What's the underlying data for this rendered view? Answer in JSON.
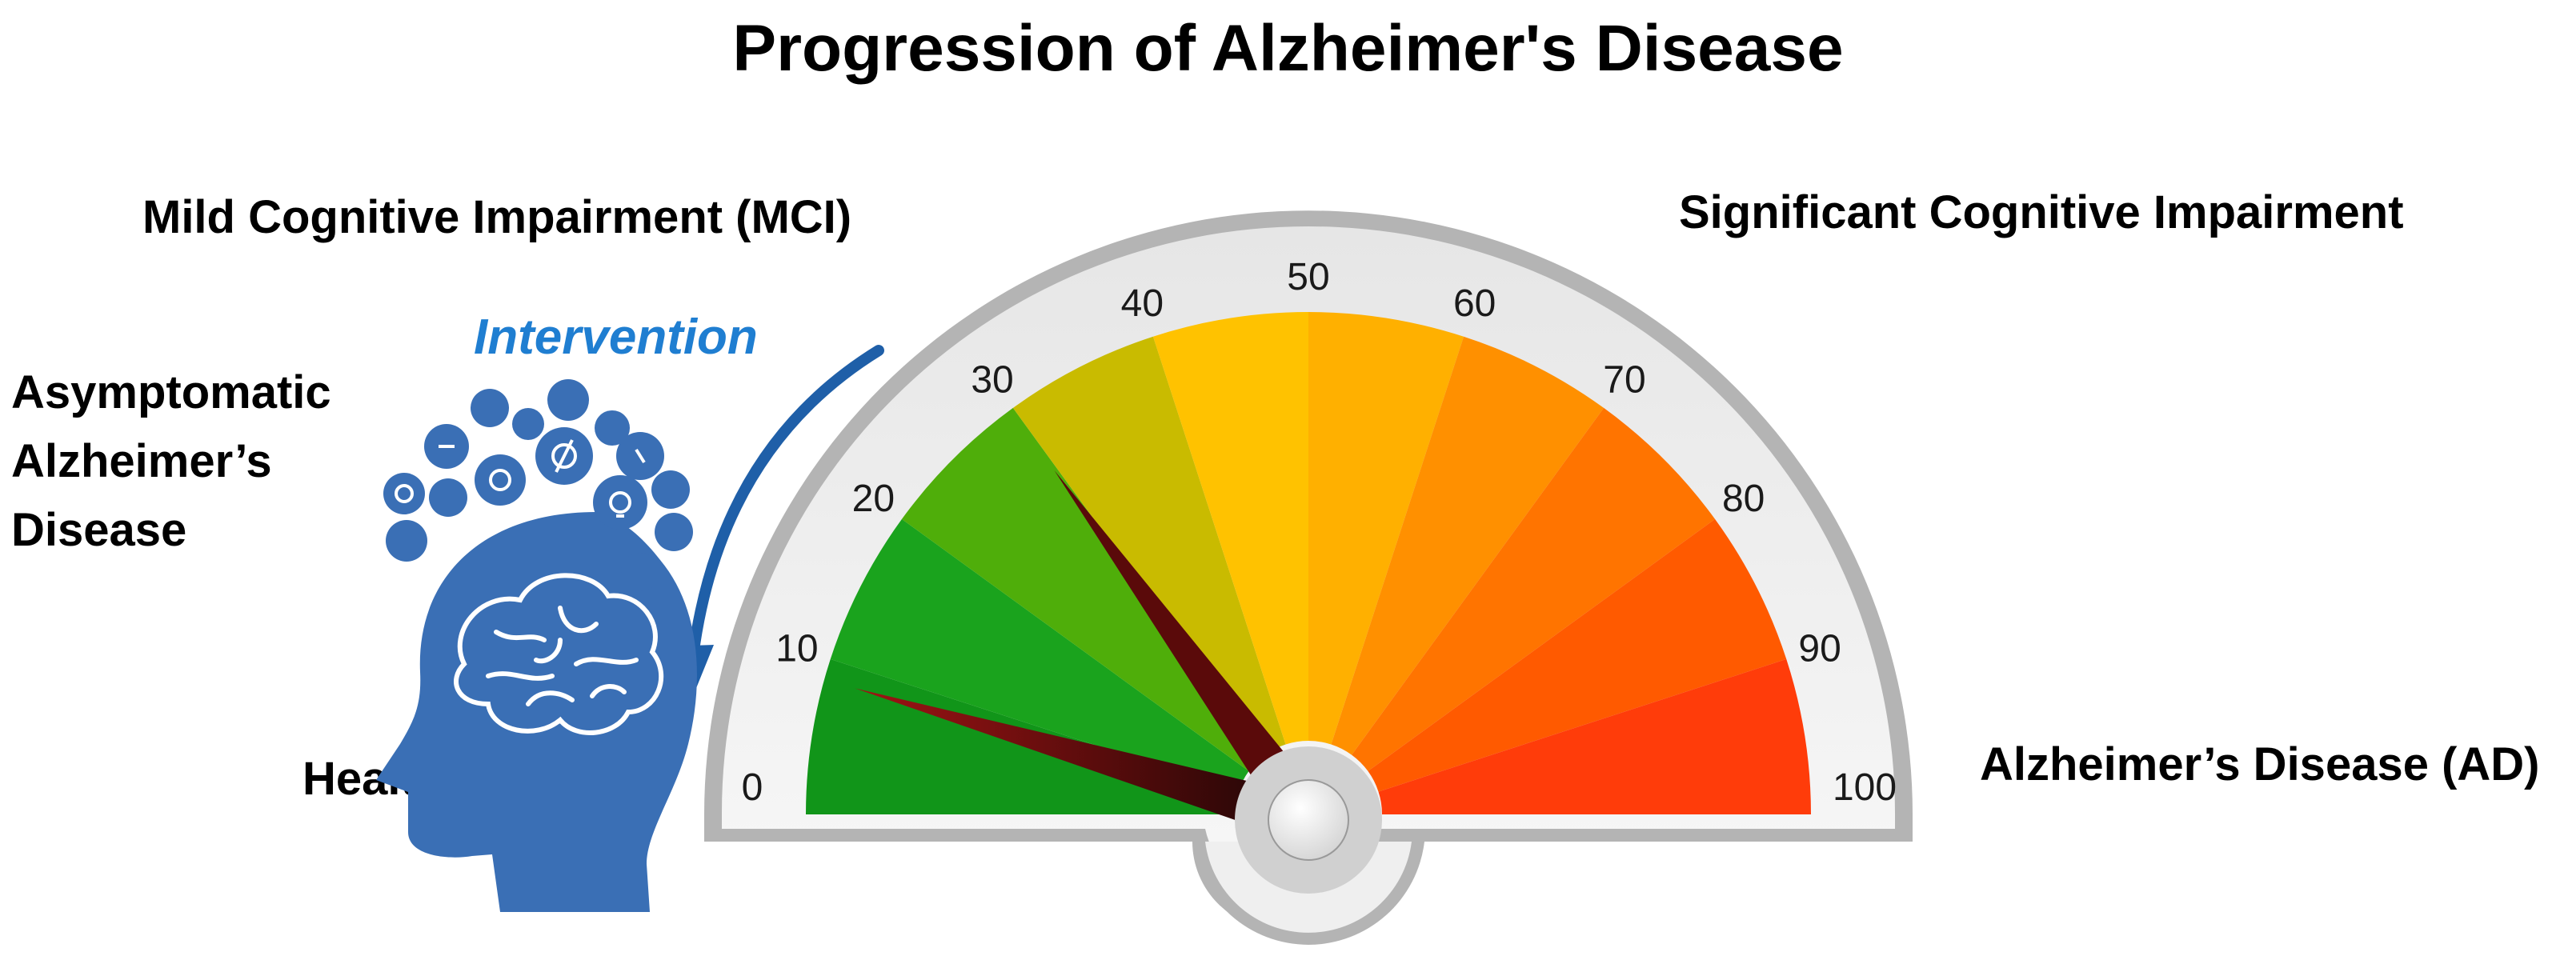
{
  "title": "Progression of Alzheimer's Disease",
  "stages": {
    "healthy": "Healthy Brain",
    "asymptomatic": "Asymptomatic Alzheimer’s Disease",
    "mci": "Mild Cognitive Impairment (MCI)",
    "significant": "Significant Cognitive Impairment",
    "ad": "Alzheimer’s Disease (AD)"
  },
  "intervention_label": "Intervention",
  "gauge": {
    "min": 0,
    "max": 100,
    "ticks": [
      "0",
      "10",
      "20",
      "30",
      "40",
      "50",
      "60",
      "70",
      "80",
      "90",
      "100"
    ],
    "segment_colors": [
      "#119519",
      "#1aa31d",
      "#4fae0a",
      "#c9bb00",
      "#ffc200",
      "#ffb000",
      "#ff9000",
      "#ff7400",
      "#ff5a00",
      "#ff3c0a"
    ],
    "needle_from": 9,
    "needle_to": 30,
    "needle_color": "#5a0a0a"
  },
  "icons": [
    "head-silhouette-icon",
    "brain-icon",
    "wellness-bubble-icons"
  ]
}
